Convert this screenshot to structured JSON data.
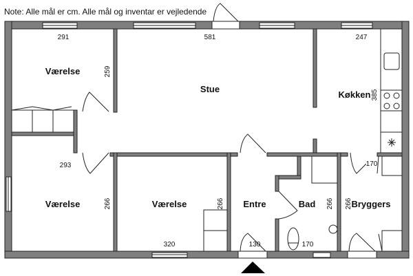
{
  "note": "Note: Alle mål er cm. Alle mål og inventar er vejledende",
  "rooms": {
    "vaerelse_top_left": "Værelse",
    "vaerelse_mid_left": "Værelse",
    "vaerelse_middle": "Værelse",
    "stue": "Stue",
    "koekken": "Køkken",
    "entre": "Entre",
    "bad": "Bad",
    "bryggers": "Bryggers"
  },
  "dimensions": {
    "top_left_width": "291",
    "top_left_depth": "259",
    "stue_width": "581",
    "koekken_width": "247",
    "koekken_depth": "385",
    "mid_left_width": "293",
    "mid_left_depth": "266",
    "middle_width": "320",
    "middle_depth": "266",
    "entre_door": "130",
    "bad_width": "170",
    "bad_depth": "266",
    "bryggers_depth": "266",
    "bryggers_door": "170"
  },
  "colors": {
    "wall": "#7f7f7f",
    "line": "#222222"
  }
}
